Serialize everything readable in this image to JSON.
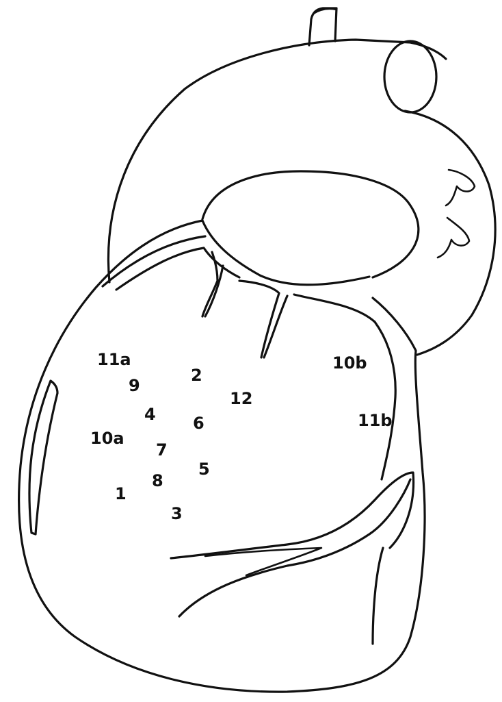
{
  "figure": {
    "labels": {
      "11a": "11a",
      "9": "9",
      "2": "2",
      "12": "12",
      "10b": "10b",
      "4": "4",
      "6": "6",
      "11b": "11b",
      "10a": "10a",
      "7": "7",
      "5": "5",
      "8": "8",
      "1": "1",
      "3": "3"
    }
  }
}
